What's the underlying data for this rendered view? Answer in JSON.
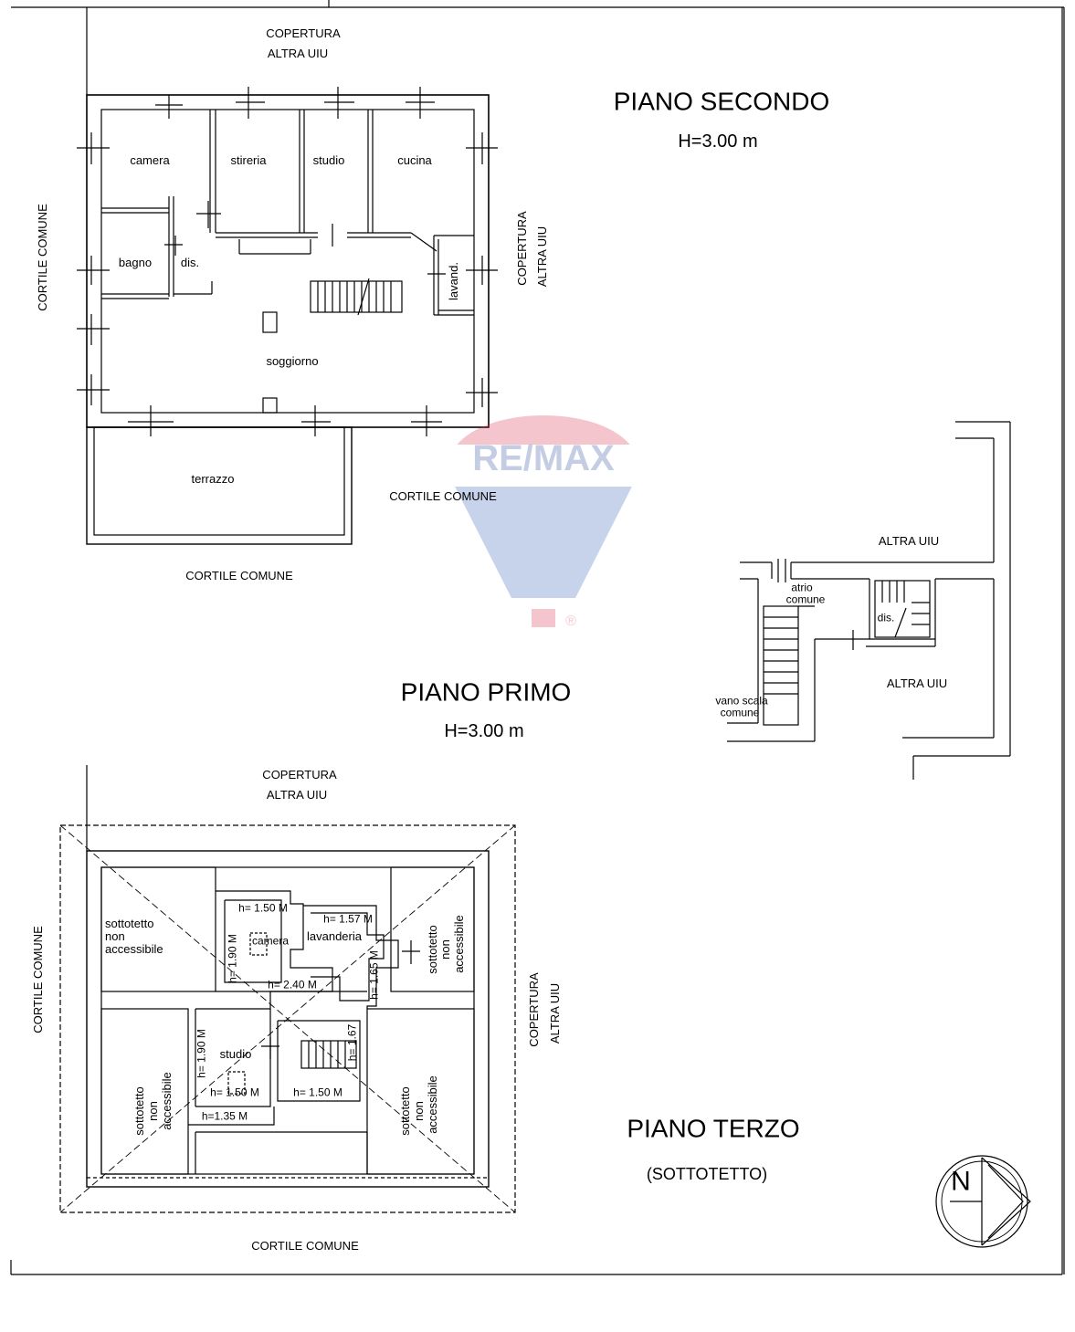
{
  "floors": {
    "second": {
      "title": "PIANO SECONDO",
      "height": "H=3.00 m"
    },
    "first": {
      "title": "PIANO PRIMO",
      "height": "H=3.00 m"
    },
    "third": {
      "title": "PIANO TERZO",
      "subtitle": "(SOTTOTETTO)"
    }
  },
  "rooms_second": {
    "camera": "camera",
    "stireria": "stireria",
    "studio": "studio",
    "cucina": "cucina",
    "bagno": "bagno",
    "dis": "dis.",
    "lavand": "lavand.",
    "soggiorno": "soggiorno",
    "terrazzo": "terrazzo"
  },
  "rooms_first": {
    "atrio_1": "atrio",
    "atrio_2": "comune",
    "dis": "dis.",
    "vano_1": "vano scala",
    "vano_2": "comune",
    "altra_uiu_top": "ALTRA UIU",
    "altra_uiu_right": "ALTRA UIU"
  },
  "rooms_third": {
    "sott_tl_1": "sottotetto",
    "sott_tl_2": "non",
    "sott_tl_3": "accessibile",
    "sott_r_1": "sottotetto",
    "sott_r_2": "non",
    "sott_r_3": "accessibile",
    "sott_bl_1": "sottotetto",
    "sott_bl_2": "non",
    "sott_bl_3": "accessibile",
    "sott_br_1": "sottotetto",
    "sott_br_2": "non",
    "sott_br_3": "accessibile",
    "camera": "camera",
    "lavanderia": "lavanderia",
    "studio": "studio",
    "h_150_a": "h= 1.50 M",
    "h_157": "h= 1.57 M",
    "h_190_a": "h= 1.90 M",
    "h_165": "h= 1.65 M",
    "h_240": "h= 2.40 M",
    "h_190_b": "h= 1.90 M",
    "h_150_b": "h= 1.50 M",
    "h_150_c": "h= 1.50 M",
    "h_135": "h=1.35 M",
    "h_167": "h= 1.67"
  },
  "surroundings": {
    "copertura": "COPERTURA",
    "altra_uiu": "ALTRA UIU",
    "cortile_comune": "CORTILE COMUNE"
  },
  "watermark": {
    "brand": "RE/MAX",
    "registered": "®"
  },
  "north_arrow": {
    "letter": "N"
  }
}
